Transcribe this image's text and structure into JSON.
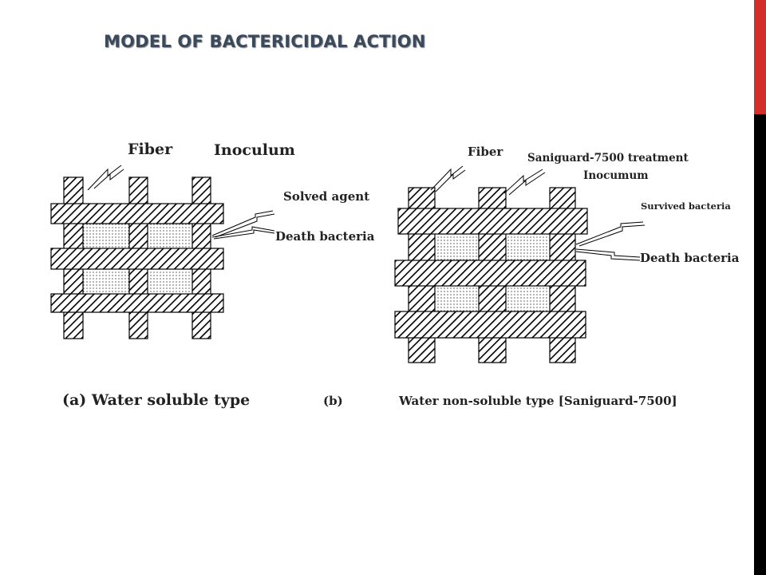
{
  "slide": {
    "title": "MODEL OF BACTERICIDAL ACTION",
    "accent_color": "#d42e2a",
    "rail_color": "#000000"
  },
  "diagram_a": {
    "fiber_label": "Fiber",
    "inoculum_label": "Inoculum",
    "agent_label": "Solved agent",
    "death_label": "Death bacteria",
    "caption": "(a) Water soluble type"
  },
  "diagram_b": {
    "fiber_label": "Fiber",
    "treatment_label": "Saniguard-7500 treatment",
    "inoculum_label": "Inocumum",
    "survived_label": "Survived bacteria",
    "death_label": "Death bacteria",
    "caption_prefix": "(b)",
    "caption": "Water non-soluble type [Saniguard-7500]"
  }
}
